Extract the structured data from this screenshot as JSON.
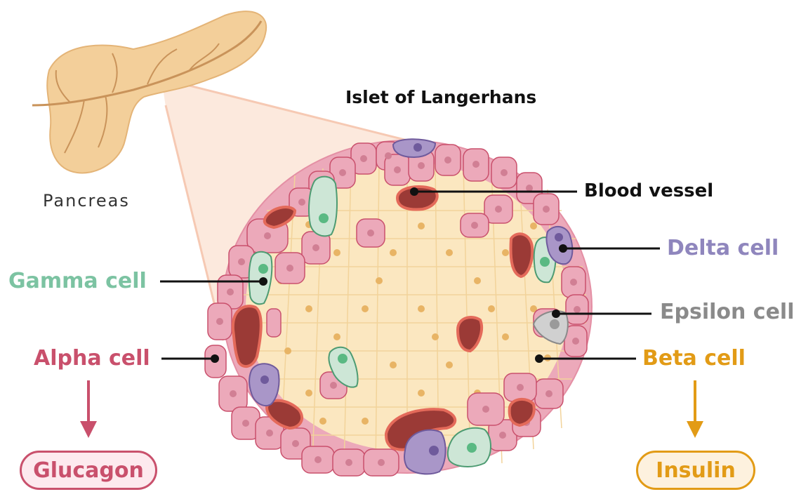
{
  "title": "Islet of Langerhans",
  "pancreas_label": "Pancreas",
  "labels": {
    "blood_vessel": "Blood vessel",
    "delta": "Delta cell",
    "gamma": "Gamma cell",
    "epsilon": "Epsilon cell",
    "alpha": "Alpha cell",
    "beta": "Beta cell"
  },
  "hormones": {
    "alpha": "Glucagon",
    "beta": "Insulin"
  },
  "colors": {
    "alpha": "#c9506c",
    "alpha_fill": "#e9a6b8",
    "beta": "#e29b16",
    "beta_fill": "#fbe7c0",
    "delta": "#8f86bd",
    "delta_fill": "#a996c8",
    "gamma": "#7cc3a2",
    "gamma_fill": "#cde6d6",
    "epsilon": "#8a8a8a",
    "vessel": "#9b3a36",
    "pancreas": "#f3cf9a",
    "zoom": "#fbd9c4"
  }
}
